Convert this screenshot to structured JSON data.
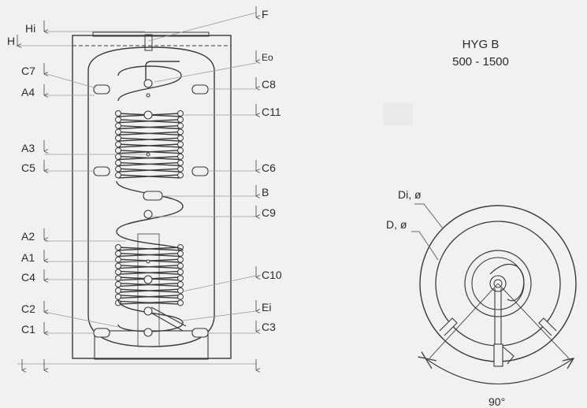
{
  "title": {
    "model": "HYG B",
    "range": "500 - 1500"
  },
  "connections_left": [
    {
      "id": "Hi",
      "label": "Hi"
    },
    {
      "id": "H",
      "label": "H"
    },
    {
      "id": "C7",
      "label": "C7"
    },
    {
      "id": "A4",
      "label": "A4"
    },
    {
      "id": "A3",
      "label": "A3"
    },
    {
      "id": "C5",
      "label": "C5"
    },
    {
      "id": "A2",
      "label": "A2"
    },
    {
      "id": "A1",
      "label": "A1"
    },
    {
      "id": "C4",
      "label": "C4"
    },
    {
      "id": "C2",
      "label": "C2"
    },
    {
      "id": "C1",
      "label": "C1"
    }
  ],
  "connections_right": [
    {
      "id": "F",
      "label": "F"
    },
    {
      "id": "Eo",
      "label": "Eo"
    },
    {
      "id": "C8",
      "label": "C8"
    },
    {
      "id": "C11",
      "label": "C11"
    },
    {
      "id": "C6",
      "label": "C6"
    },
    {
      "id": "B",
      "label": "B"
    },
    {
      "id": "C9",
      "label": "C9"
    },
    {
      "id": "C10",
      "label": "C10"
    },
    {
      "id": "Ei",
      "label": "Ei"
    },
    {
      "id": "C3",
      "label": "C3"
    }
  ],
  "top_view": {
    "inner_diameter_label": "Di, ø",
    "outer_diameter_label": "D, ø",
    "angle_label": "90°"
  },
  "colors": {
    "background": "#f0f1f1",
    "line": "#3a3a3a",
    "guide": "#9a9a9a"
  }
}
